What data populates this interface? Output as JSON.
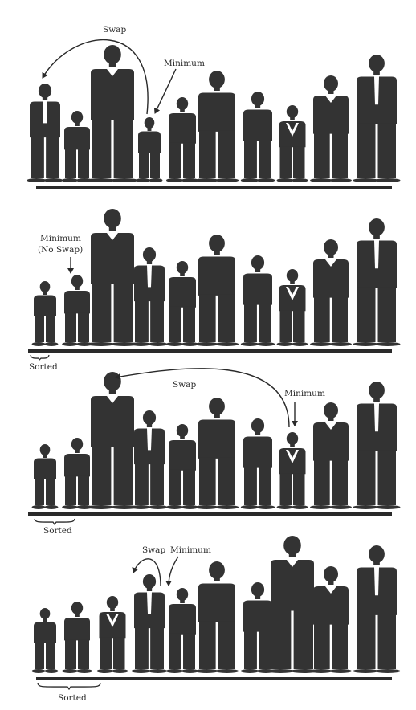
{
  "colors": {
    "silhouette": "#333333",
    "shirt": "#ffffff",
    "ground": "#2a2a2a",
    "arrow": "#2a2a2a"
  },
  "people_types": [
    "tall-man-A",
    "boy-small",
    "very-tall-man",
    "small-child",
    "boy-cap",
    "man-long-hair",
    "boy-hands-pockets",
    "child-vest",
    "woman",
    "tall-man-B"
  ],
  "rows": [
    {
      "order": [
        0,
        1,
        2,
        3,
        4,
        5,
        6,
        7,
        8,
        9
      ],
      "labels": {
        "swap": "Swap",
        "minimum": "Minimum"
      }
    },
    {
      "order": [
        3,
        1,
        2,
        0,
        4,
        5,
        6,
        7,
        8,
        9
      ],
      "labels": {
        "minimum_line1": "Minimum",
        "minimum_line2": "(No Swap)",
        "sorted": "Sorted"
      }
    },
    {
      "order": [
        3,
        1,
        2,
        0,
        4,
        5,
        6,
        7,
        8,
        9
      ],
      "labels": {
        "swap": "Swap",
        "minimum": "Minimum",
        "sorted": "Sorted"
      }
    },
    {
      "order": [
        3,
        1,
        7,
        0,
        4,
        5,
        6,
        2,
        8,
        9
      ],
      "labels": {
        "swap": "Swap",
        "minimum": "Minimum",
        "sorted": "Sorted"
      }
    }
  ]
}
